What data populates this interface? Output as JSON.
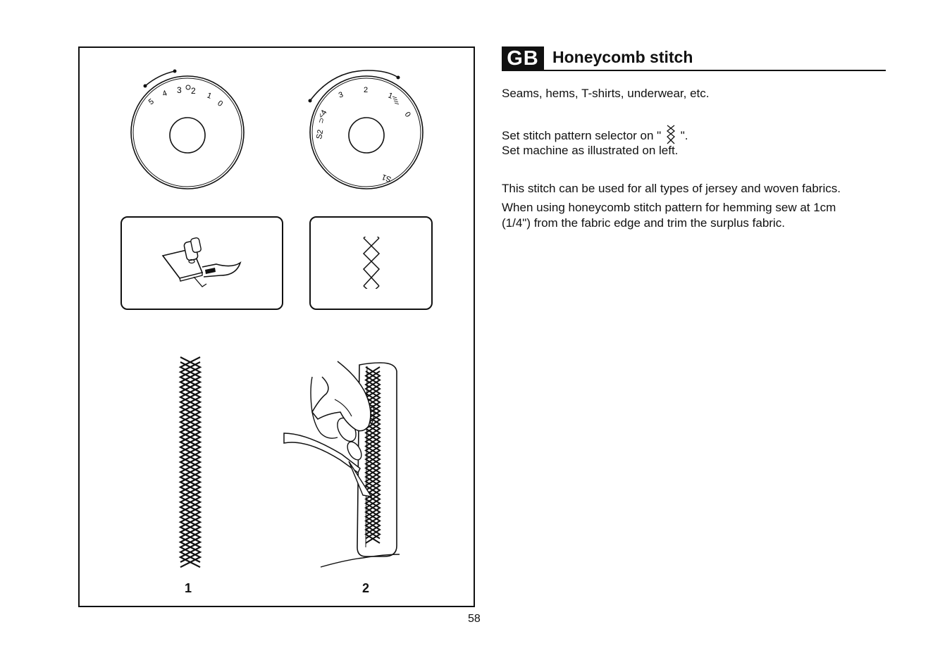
{
  "lang_badge": "GB",
  "title": "Honeycomb stitch",
  "paragraphs": {
    "uses": "Seams, hems, T-shirts, underwear, etc.",
    "selector_prefix": "Set stitch pattern selector on \"",
    "selector_suffix": "\".",
    "machine": "Set machine as illustrated on left.",
    "fabrics": "This stitch can be used for all types of jersey and woven fabrics.",
    "hemming_1": "When using honeycomb stitch pattern for hemming sew at 1cm",
    "hemming_2": "(1/4\") from the fabric edge and trim the surplus fabric."
  },
  "dial_left": {
    "numbers": [
      "5",
      "4",
      "3",
      "2",
      "1",
      "0"
    ]
  },
  "dial_right": {
    "numbers": [
      "S2",
      "4",
      "3",
      "2",
      "1",
      "0",
      "S1"
    ]
  },
  "figures": {
    "fig1": "1",
    "fig2": "2"
  },
  "page_number": "58"
}
